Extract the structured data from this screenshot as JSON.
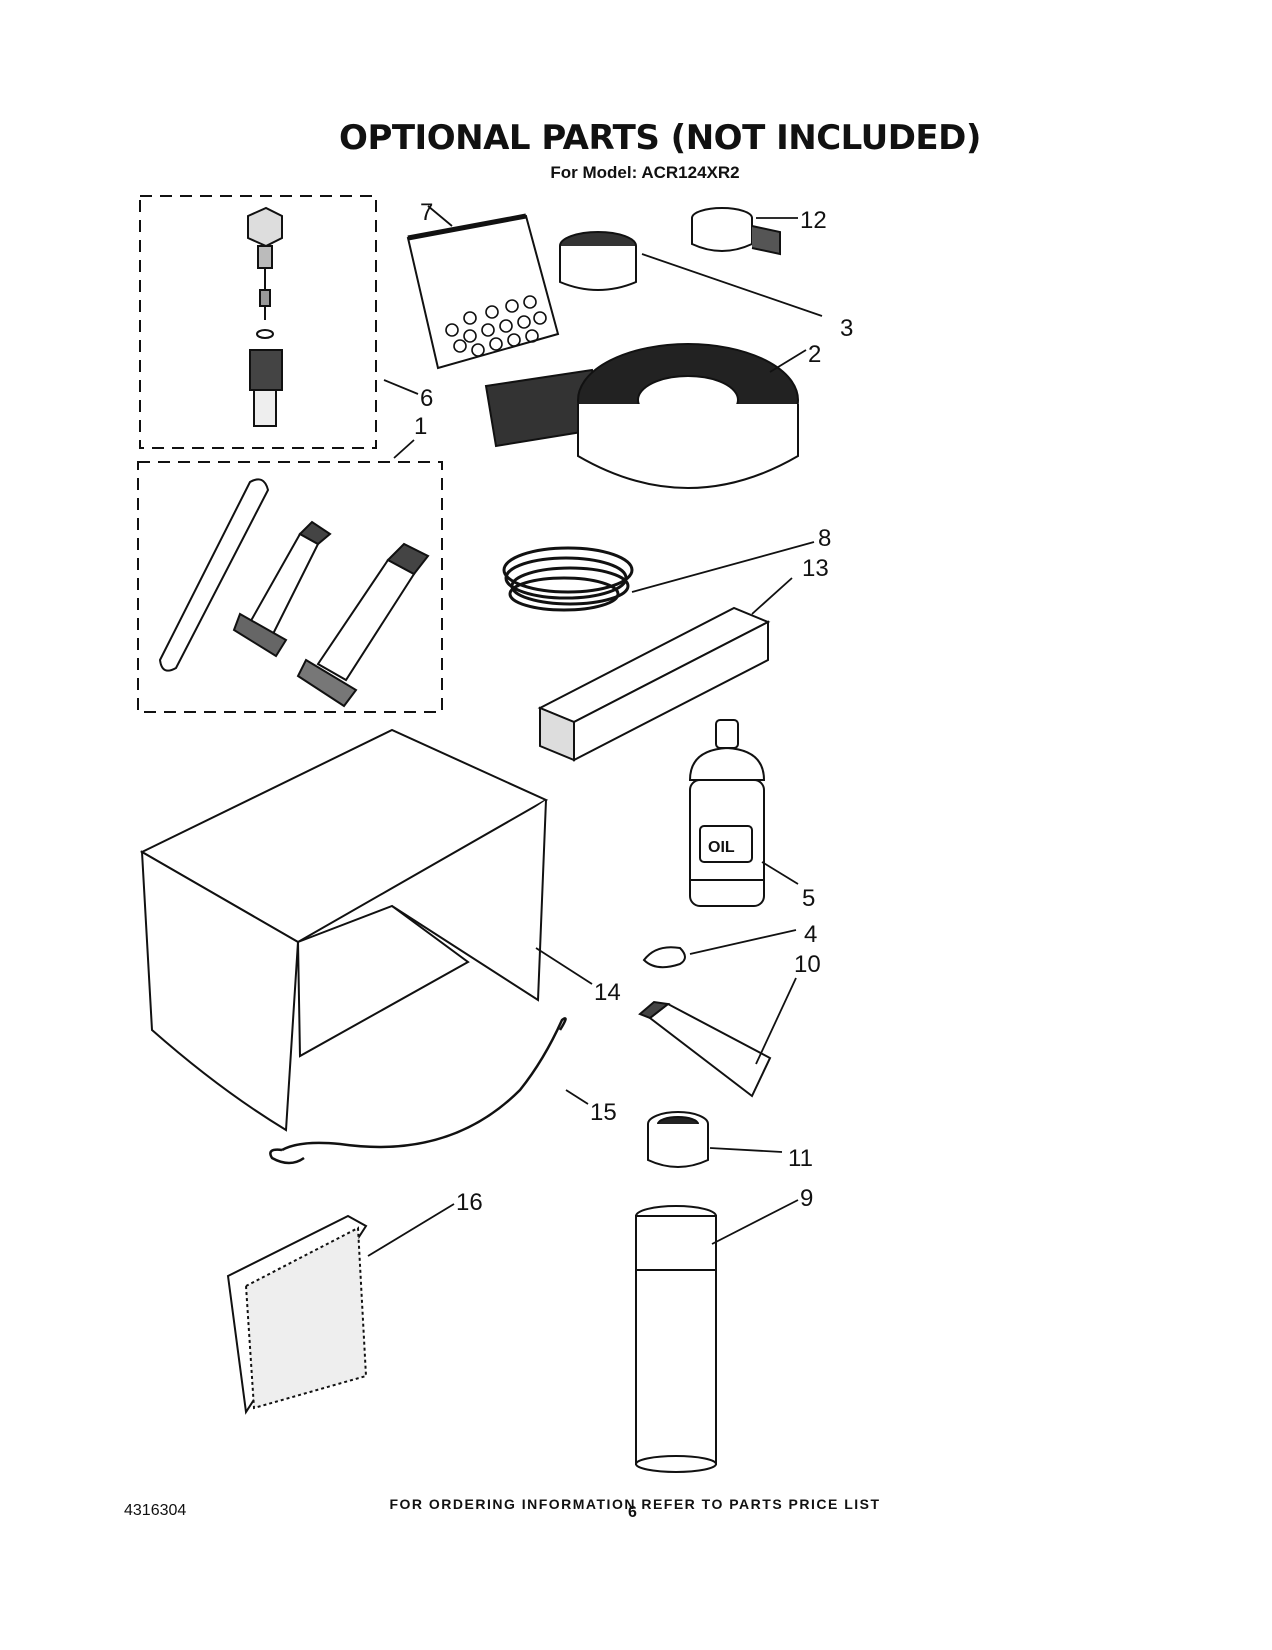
{
  "title": "OPTIONAL PARTS (NOT INCLUDED)",
  "subtitle": "For Model: ACR124XR2",
  "footer_note": "FOR ORDERING INFORMATION REFER TO PARTS PRICE LIST",
  "part_number": "4316304",
  "page_number": "6",
  "callouts": {
    "c1": "1",
    "c2": "2",
    "c3": "3",
    "c4": "4",
    "c5": "5",
    "c6": "6",
    "c7": "7",
    "c8": "8",
    "c9": "9",
    "c10": "10",
    "c11": "11",
    "c12": "12",
    "c13": "13",
    "c14": "14",
    "c15": "15",
    "c16": "16"
  },
  "labels": {
    "oil": "OIL"
  }
}
